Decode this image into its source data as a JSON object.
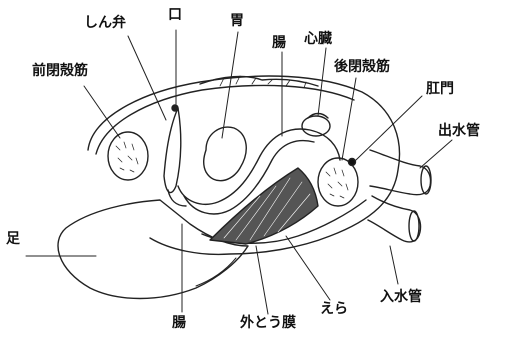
{
  "labels": {
    "shinben": "しん弁",
    "kuchi": "口",
    "i": "胃",
    "chou_top": "腸",
    "shinzou": "心臓",
    "zenheikakkin": "前閉殻筋",
    "kouheikakkin": "後閉殻筋",
    "koumon": "肛門",
    "shussuikan": "出水管",
    "ashi": "足",
    "chou_bottom": "腸",
    "gaitoumaku": "外とう膜",
    "era": "えら",
    "nyuusuikan": "入水管"
  }
}
